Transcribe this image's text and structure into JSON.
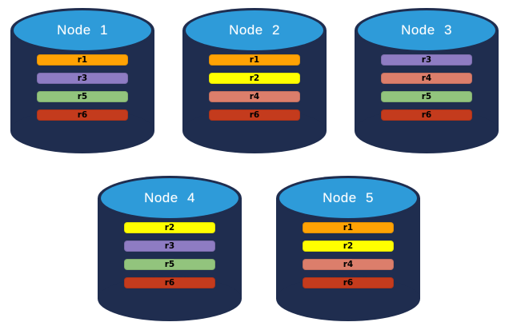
{
  "diagram": {
    "description_title": "",
    "background": "#ffffff"
  },
  "palette": {
    "cylinder_body": "#1F2D4F",
    "cylinder_top_face": "#2E9BD9",
    "node_title_color": "#FFFFFF",
    "bar_text_color": "#000000",
    "replica_colors": {
      "r1": "#FFA204",
      "r2": "#FFFF00",
      "r3": "#8E7CC3",
      "r4": "#DC7E6B",
      "r5": "#92C47D",
      "r6": "#C43B1D"
    }
  },
  "nodes": [
    {
      "label": "Node 1",
      "replicas": [
        "r1",
        "r3",
        "r5",
        "r6"
      ]
    },
    {
      "label": "Node 2",
      "replicas": [
        "r1",
        "r2",
        "r4",
        "r6"
      ]
    },
    {
      "label": "Node 3",
      "replicas": [
        "r3",
        "r4",
        "r5",
        "r6"
      ]
    },
    {
      "label": "Node 4",
      "replicas": [
        "r2",
        "r3",
        "r5",
        "r6"
      ]
    },
    {
      "label": "Node 5",
      "replicas": [
        "r1",
        "r2",
        "r4",
        "r6"
      ]
    }
  ],
  "layout_rows": [
    [
      0,
      1,
      2
    ],
    [
      3,
      4
    ]
  ]
}
